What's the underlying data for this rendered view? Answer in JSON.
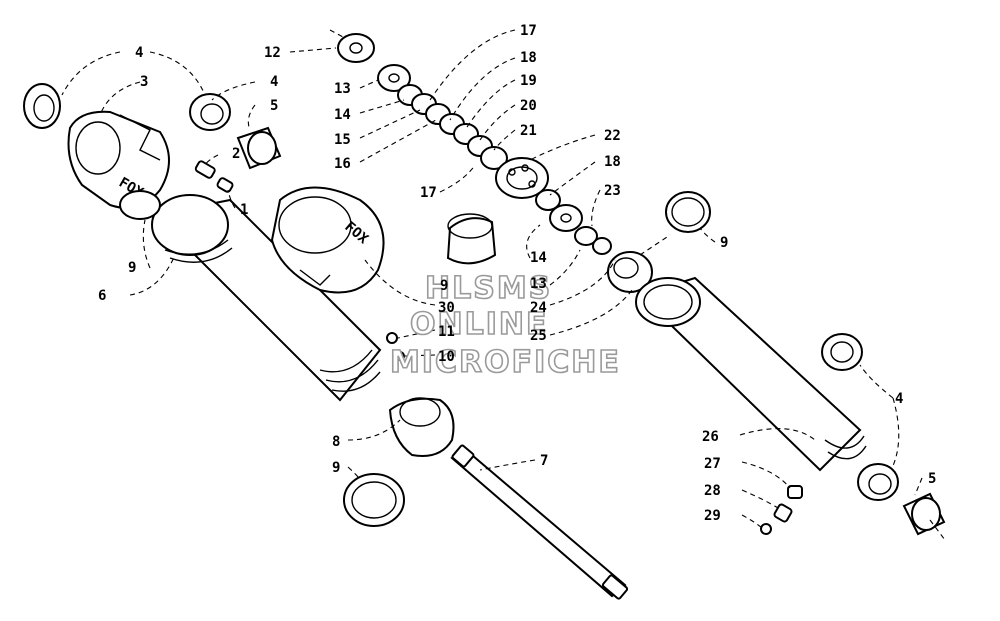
{
  "watermark": {
    "line1": "HLSMS",
    "line2": "ONLINE",
    "line3": "MICROFICHE"
  },
  "callouts": {
    "c1": "1",
    "c2": "2",
    "c3": "3",
    "c4a": "4",
    "c4b": "4",
    "c4c": "4",
    "c5a": "5",
    "c5b": "5",
    "c6": "6",
    "c7": "7",
    "c8": "8",
    "c9a": "9",
    "c9b": "9",
    "c9c": "9",
    "c9d": "9",
    "c10": "10",
    "c11": "11",
    "c12": "12",
    "c13a": "13",
    "c13b": "13",
    "c14a": "14",
    "c14b": "14",
    "c15": "15",
    "c16": "16",
    "c17a": "17",
    "c17b": "17",
    "c18a": "18",
    "c18b": "18",
    "c19": "19",
    "c20": "20",
    "c21": "21",
    "c22": "22",
    "c23": "23",
    "c24": "24",
    "c25": "25",
    "c26": "26",
    "c27": "27",
    "c28": "28",
    "c29": "29",
    "c30": "30"
  },
  "part_marks": {
    "eyelet_mark": "FOX",
    "body_mark": "FOX"
  }
}
